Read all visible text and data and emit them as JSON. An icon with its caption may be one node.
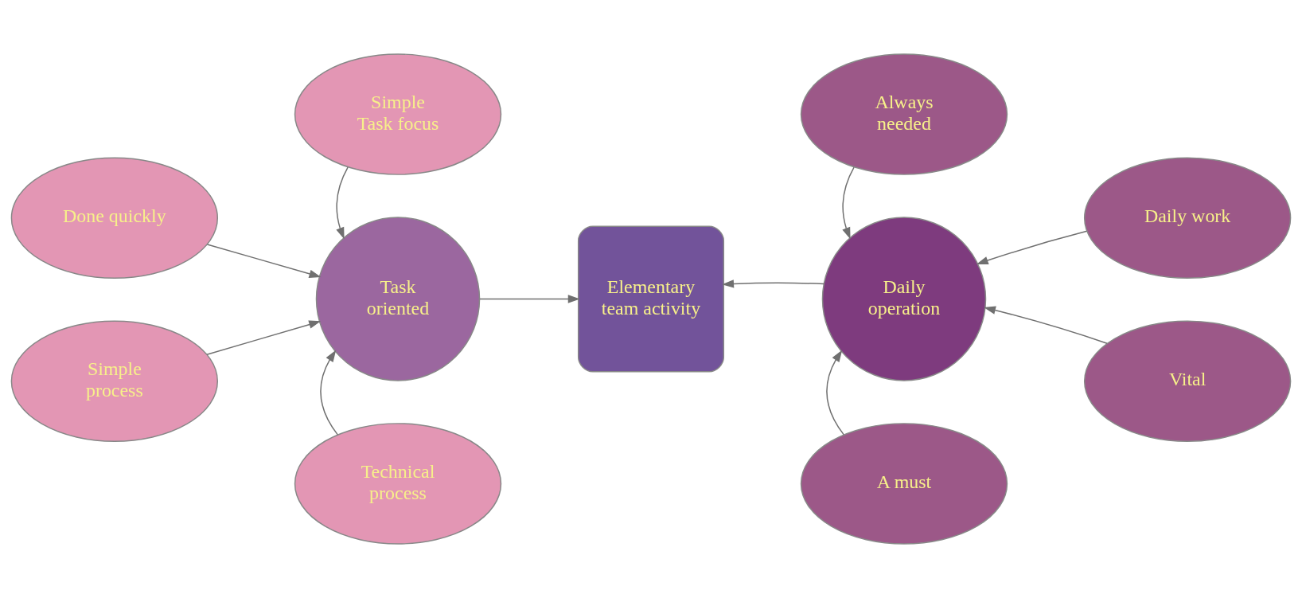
{
  "diagram": {
    "nodes": [
      {
        "text": [
          "Simple Task focus"
        ]
      },
      {
        "text": [
          "Done quickly"
        ]
      },
      {
        "text": [
          "Task oriented"
        ]
      },
      {
        "text": [
          "Simple process"
        ]
      },
      {
        "text": [
          "Technical process"
        ]
      },
      {
        "text": [
          "Elementary team activity"
        ]
      },
      {
        "text": [
          "Always needed"
        ]
      },
      {
        "text": [
          "Daily work"
        ]
      },
      {
        "text": [
          "Daily operation"
        ]
      },
      {
        "text": [
          "Vital"
        ]
      },
      {
        "text": [
          "A must"
        ]
      }
    ],
    "edges": [
      {
        "from": 0,
        "to": 2,
        "arrow": "to"
      },
      {
        "from": 1,
        "to": 2,
        "arrow": "to"
      },
      {
        "from": 3,
        "to": 2,
        "arrow": "to"
      },
      {
        "from": 4,
        "to": 2,
        "arrow": "to"
      },
      {
        "from": 2,
        "to": 5,
        "arrow": "to"
      },
      {
        "from": 8,
        "to": 5,
        "arrow": "to"
      },
      {
        "from": 6,
        "to": 8,
        "arrow": "to"
      },
      {
        "from": 7,
        "to": 8,
        "arrow": "to"
      },
      {
        "from": 9,
        "to": 8,
        "arrow": "to"
      },
      {
        "from": 10,
        "to": 8,
        "arrow": "to"
      }
    ]
  }
}
